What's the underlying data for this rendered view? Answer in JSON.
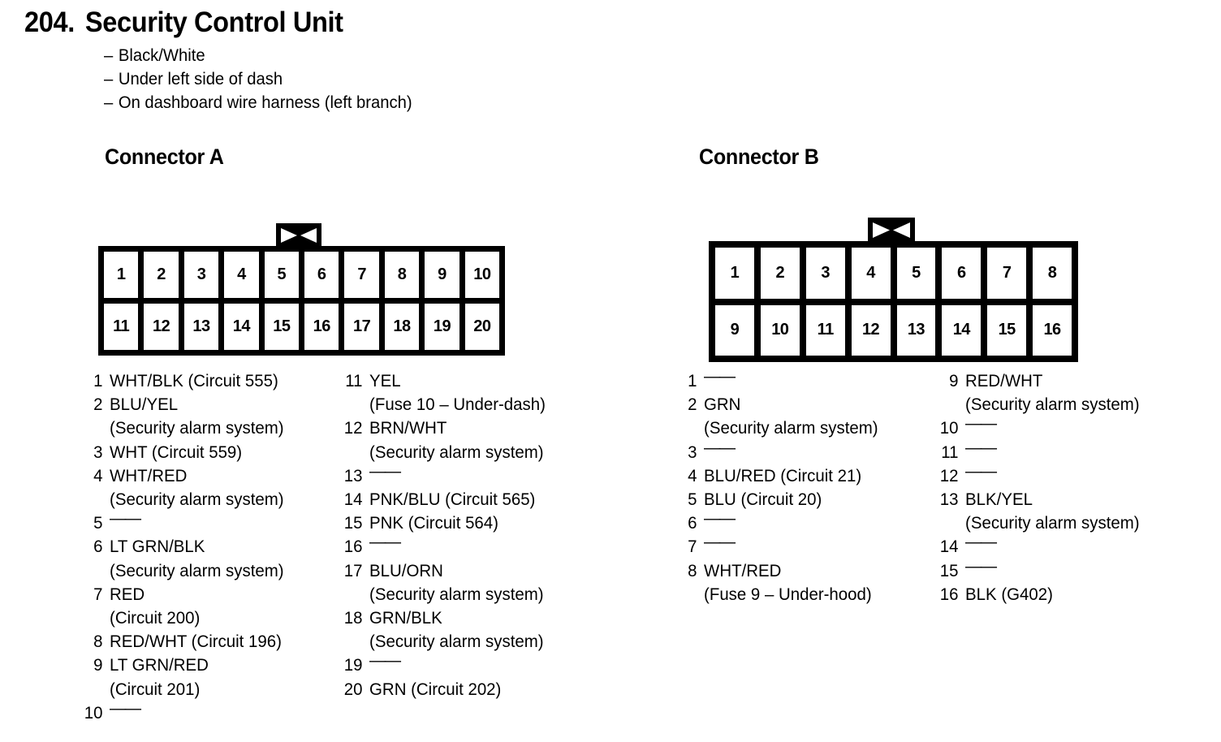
{
  "page": {
    "section_number": "204.",
    "title": "Security Control Unit",
    "notes": [
      "Black/White",
      "Under left side of dash",
      "On dashboard wire harness (left branch)"
    ],
    "bullet_dash": "–",
    "empty_pin_marker": "——"
  },
  "connectors": [
    {
      "heading": "Connector A",
      "pin_count": 20,
      "rows": [
        [
          "1",
          "2",
          "3",
          "4",
          "5",
          "6",
          "7",
          "8",
          "9",
          "10"
        ],
        [
          "11",
          "12",
          "13",
          "14",
          "15",
          "16",
          "17",
          "18",
          "19",
          "20"
        ]
      ],
      "pins": [
        {
          "no": "1",
          "desc": "WHT/BLK (Circuit 555)",
          "sub": ""
        },
        {
          "no": "2",
          "desc": "BLU/YEL",
          "sub": "(Security alarm system)"
        },
        {
          "no": "3",
          "desc": "WHT (Circuit 559)",
          "sub": ""
        },
        {
          "no": "4",
          "desc": "WHT/RED",
          "sub": "(Security alarm system)"
        },
        {
          "no": "5",
          "desc": "——",
          "sub": ""
        },
        {
          "no": "6",
          "desc": "LT GRN/BLK",
          "sub": "(Security alarm system)"
        },
        {
          "no": "7",
          "desc": "RED",
          "sub": "(Circuit 200)"
        },
        {
          "no": "8",
          "desc": "RED/WHT (Circuit 196)",
          "sub": ""
        },
        {
          "no": "9",
          "desc": "LT GRN/RED",
          "sub": "(Circuit 201)"
        },
        {
          "no": "10",
          "desc": "——",
          "sub": ""
        },
        {
          "no": "11",
          "desc": "YEL",
          "sub": "(Fuse 10 – Under-dash)"
        },
        {
          "no": "12",
          "desc": "BRN/WHT",
          "sub": "(Security alarm system)"
        },
        {
          "no": "13",
          "desc": "——",
          "sub": ""
        },
        {
          "no": "14",
          "desc": "PNK/BLU (Circuit 565)",
          "sub": ""
        },
        {
          "no": "15",
          "desc": "PNK (Circuit 564)",
          "sub": ""
        },
        {
          "no": "16",
          "desc": "——",
          "sub": ""
        },
        {
          "no": "17",
          "desc": "BLU/ORN",
          "sub": "(Security alarm system)"
        },
        {
          "no": "18",
          "desc": "GRN/BLK",
          "sub": "(Security alarm system)"
        },
        {
          "no": "19",
          "desc": "——",
          "sub": ""
        },
        {
          "no": "20",
          "desc": "GRN (Circuit 202)",
          "sub": ""
        }
      ]
    },
    {
      "heading": "Connector B",
      "pin_count": 16,
      "rows": [
        [
          "1",
          "2",
          "3",
          "4",
          "5",
          "6",
          "7",
          "8"
        ],
        [
          "9",
          "10",
          "11",
          "12",
          "13",
          "14",
          "15",
          "16"
        ]
      ],
      "pins": [
        {
          "no": "1",
          "desc": "——",
          "sub": ""
        },
        {
          "no": "2",
          "desc": "GRN",
          "sub": "(Security alarm system)"
        },
        {
          "no": "3",
          "desc": "——",
          "sub": ""
        },
        {
          "no": "4",
          "desc": "BLU/RED (Circuit 21)",
          "sub": ""
        },
        {
          "no": "5",
          "desc": "BLU (Circuit 20)",
          "sub": ""
        },
        {
          "no": "6",
          "desc": "——",
          "sub": ""
        },
        {
          "no": "7",
          "desc": "——",
          "sub": ""
        },
        {
          "no": "8",
          "desc": "WHT/RED",
          "sub": "(Fuse 9 – Under-hood)"
        },
        {
          "no": "9",
          "desc": "RED/WHT",
          "sub": "(Security alarm system)"
        },
        {
          "no": "10",
          "desc": "——",
          "sub": ""
        },
        {
          "no": "11",
          "desc": "——",
          "sub": ""
        },
        {
          "no": "12",
          "desc": "——",
          "sub": ""
        },
        {
          "no": "13",
          "desc": "BLK/YEL",
          "sub": "(Security alarm system)"
        },
        {
          "no": "14",
          "desc": "——",
          "sub": ""
        },
        {
          "no": "15",
          "desc": "——",
          "sub": ""
        },
        {
          "no": "16",
          "desc": "BLK (G402)",
          "sub": ""
        }
      ]
    }
  ],
  "colors": {
    "ink": "#000000",
    "paper": "#ffffff"
  }
}
